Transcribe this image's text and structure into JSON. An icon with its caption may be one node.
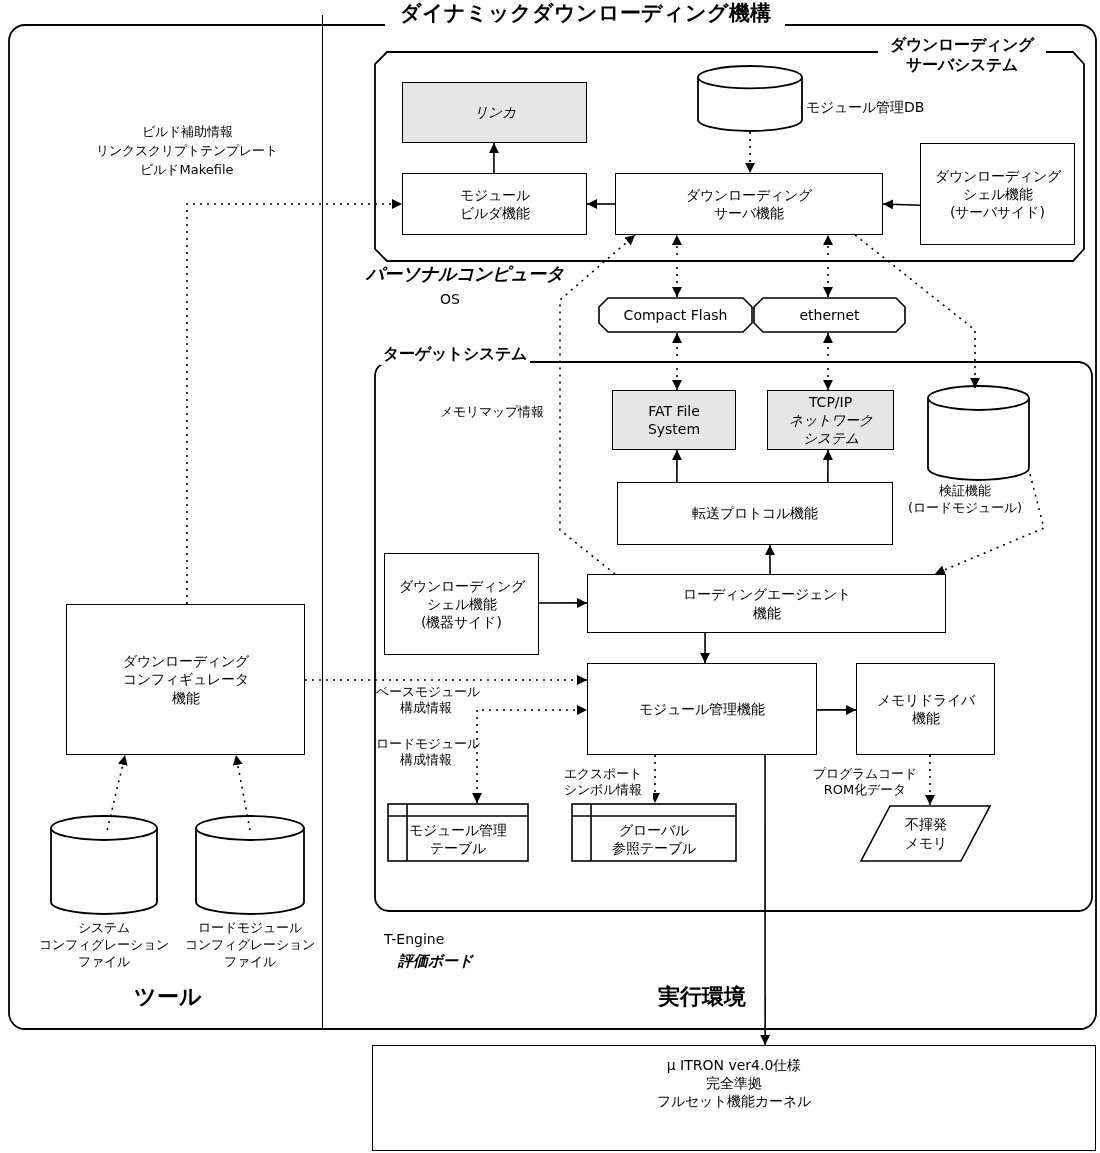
{
  "diagram": {
    "nodes": [
      {
        "text": [
          "ダイナミックダウンローディング機構"
        ]
      },
      {
        "text": [
          "ツール"
        ],
        "in": 0
      },
      {
        "text": [
          "実行環境"
        ],
        "in": 0
      },
      {
        "text": [
          "ダウンローディングサーバシステム"
        ],
        "in": 2,
        "beside": [
          "パーソナルコンピュータ",
          "OS"
        ]
      },
      {
        "text": [
          "リンカ"
        ],
        "in": 3
      },
      {
        "text": [
          "モジュールビルダ機能"
        ],
        "in": 3
      },
      {
        "text": [],
        "shape": "cylinder",
        "in": 3,
        "beside": [
          "モジュール管理DB"
        ]
      },
      {
        "text": [
          "ダウンローディングサーバ機能"
        ],
        "in": 3
      },
      {
        "text": [
          "ダウンローディングシェル機能(サーバサイド)"
        ],
        "in": 3
      },
      {
        "text": [
          "Compact Flash"
        ],
        "in": 2
      },
      {
        "text": [
          "ethernet"
        ],
        "in": 2
      },
      {
        "text": [
          "ターゲットシステム"
        ],
        "in": 2,
        "beside": [
          "T-Engine",
          "評価ボード"
        ]
      },
      {
        "text": [
          "FAT File System"
        ],
        "in": 11
      },
      {
        "text": [
          "TCP/IP ネットワークシステム"
        ],
        "in": 11
      },
      {
        "text": [],
        "shape": "cylinder",
        "in": 11,
        "beside": [
          "検証機能(ロードモジュール)"
        ]
      },
      {
        "text": [
          "転送プロトコル機能"
        ],
        "in": 11
      },
      {
        "text": [
          "ダウンローディングシェル機能(機器サイド)"
        ],
        "in": 11
      },
      {
        "text": [
          "ローディングエージェント機能"
        ],
        "in": 11
      },
      {
        "text": [
          "モジュール管理機能"
        ],
        "in": 11
      },
      {
        "text": [
          "メモリドライバ機能"
        ],
        "in": 11
      },
      {
        "text": [
          "モジュール管理テーブル"
        ],
        "in": 11
      },
      {
        "text": [
          "グローバル参照テーブル"
        ],
        "in": 11
      },
      {
        "text": [
          "不揮発メモリ"
        ],
        "in": 11
      },
      {
        "text": [
          "ダウンローディングコンフィギュレータ機能"
        ],
        "in": 1
      },
      {
        "text": [],
        "shape": "cylinder",
        "in": 1,
        "beside": [
          "システムコンフィグレーションファイル"
        ]
      },
      {
        "text": [],
        "shape": "cylinder",
        "in": 1,
        "beside": [
          "ロードモジュールコンフィグレーションファイル"
        ]
      },
      {
        "text": [
          "μ ITRON ver4.0仕様完全準拠フルセット機能カーネル"
        ]
      }
    ],
    "edges": [
      {
        "from": 5,
        "to": 4,
        "arrow": "to"
      },
      {
        "from": 6,
        "to": 7,
        "arrow": "to",
        "style": "dashed"
      },
      {
        "from": 7,
        "to": 5,
        "arrow": "to"
      },
      {
        "from": 8,
        "to": 7,
        "arrow": "to"
      },
      {
        "from": 23,
        "to": 5,
        "arrow": "to",
        "style": "dashed"
      },
      {
        "from": 17,
        "to": 7,
        "arrow": "to",
        "style": "dashed",
        "label": "メモリマップ情報"
      },
      {
        "from": 9,
        "to": 7,
        "arrow": "both",
        "style": "dashed"
      },
      {
        "from": 10,
        "to": 7,
        "arrow": "both",
        "style": "dashed"
      },
      {
        "from": 7,
        "to": 14,
        "arrow": "to",
        "style": "dashed"
      },
      {
        "from": 9,
        "to": 12,
        "arrow": "both",
        "style": "dashed"
      },
      {
        "from": 10,
        "to": 13,
        "arrow": "both",
        "style": "dashed"
      },
      {
        "from": 15,
        "to": 12,
        "arrow": "to"
      },
      {
        "from": 15,
        "to": 13,
        "arrow": "to"
      },
      {
        "from": 14,
        "to": 17,
        "arrow": "to",
        "style": "dashed"
      },
      {
        "from": 17,
        "to": 15,
        "arrow": "to"
      },
      {
        "from": 16,
        "to": 17,
        "arrow": "to"
      },
      {
        "from": 17,
        "to": 18,
        "arrow": "to"
      },
      {
        "from": 23,
        "to": 18,
        "arrow": "to",
        "style": "dashed",
        "label": "ベースモジュール構成情報"
      },
      {
        "from": 20,
        "to": 18,
        "arrow": "both",
        "style": "dashed",
        "label": "ロードモジュール構成情報"
      },
      {
        "from": 18,
        "to": 21,
        "arrow": "to",
        "style": "dashed",
        "label": "エクスポートシンボル情報"
      },
      {
        "from": 18,
        "to": 19,
        "arrow": "to"
      },
      {
        "from": 19,
        "to": 22,
        "arrow": "to",
        "style": "dashed",
        "label": "プログラムコードROM化データ"
      },
      {
        "from": 24,
        "to": 23,
        "arrow": "to",
        "style": "dashed"
      },
      {
        "from": 25,
        "to": 23,
        "arrow": "to",
        "style": "dashed"
      },
      {
        "from": 18,
        "to": 26,
        "arrow": "to"
      }
    ],
    "labels": [
      "ビルド補助情報",
      "リンクスクリプトテンプレート",
      "ビルドMakefile"
    ]
  }
}
